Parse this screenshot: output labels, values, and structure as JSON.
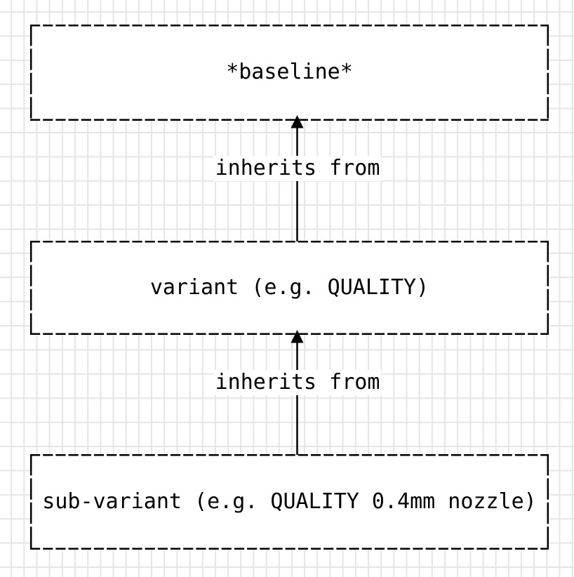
{
  "diagram": {
    "nodes": [
      {
        "id": "baseline",
        "label": "*baseline*"
      },
      {
        "id": "variant",
        "label": "variant (e.g. QUALITY)"
      },
      {
        "id": "sub-variant",
        "label": "sub-variant (e.g. QUALITY 0.4mm nozzle)"
      }
    ],
    "edges": [
      {
        "from": "variant",
        "to": "baseline",
        "label": "inherits from"
      },
      {
        "from": "sub-variant",
        "to": "variant",
        "label": "inherits from"
      }
    ],
    "colors": {
      "stroke": "#000000",
      "node_fill": "#ffffff",
      "grid_line": "#e5e5e5",
      "background": "#ffffff"
    }
  }
}
